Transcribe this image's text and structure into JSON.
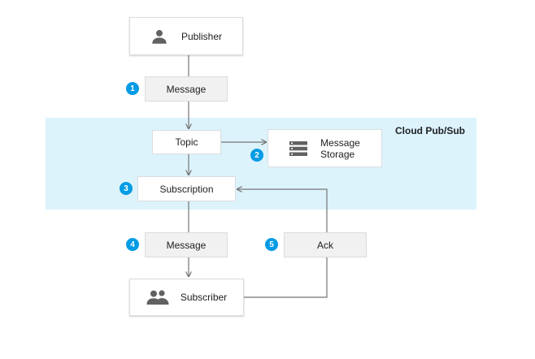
{
  "diagram": {
    "band_label": "Cloud Pub/Sub",
    "nodes": {
      "publisher": "Publisher",
      "message_in": "Message",
      "topic": "Topic",
      "storage_line1": "Message",
      "storage_line2": "Storage",
      "subscription": "Subscription",
      "message_out": "Message",
      "ack": "Ack",
      "subscriber": "Subscriber"
    },
    "steps": [
      "1",
      "2",
      "3",
      "4",
      "5"
    ],
    "icons": {
      "publisher": "person-icon",
      "subscriber": "people-icon",
      "storage": "storage-icon"
    },
    "colors": {
      "band": "#dcf3fb",
      "badge": "#039be5",
      "arrow": "#757575",
      "icon": "#616161"
    }
  }
}
